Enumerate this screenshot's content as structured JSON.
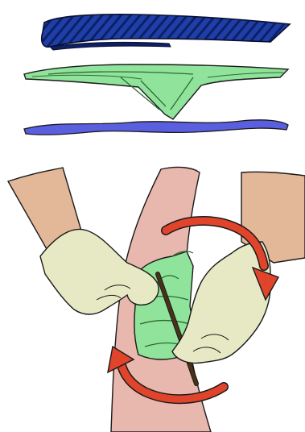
{
  "illustration": {
    "items": [
      "necktie",
      "triangular-bandage",
      "strip-bandage"
    ],
    "procedure": "tourniquet-windlass-twist",
    "colors": {
      "tie": "#1f3fa8",
      "tie_stripe": "#0d1f66",
      "bandage": "#8fe39a",
      "bandage_edge": "#2f6b35",
      "strip": "#5a5fe0",
      "skin": "#e3b898",
      "limb": "#e8b7ad",
      "glove": "#e6e9c4",
      "arrow": "#e0442b",
      "stick": "#4a3218",
      "outline": "#1a1a1a"
    }
  }
}
